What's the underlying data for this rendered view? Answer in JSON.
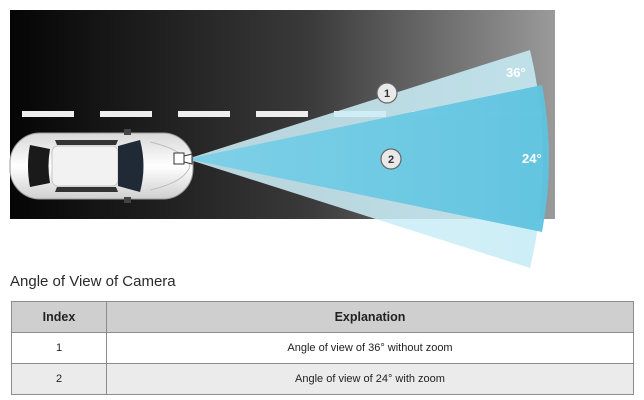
{
  "diagram": {
    "angle_outer": "36°",
    "angle_inner": "24°",
    "badge_1": "1",
    "badge_2": "2",
    "colors": {
      "background_dark": "#0b0b0b",
      "background_light": "#8a8a8a",
      "outer_cone": "#b9e8f4",
      "inner_cone": "#5ec3e0",
      "lane_marking": "#eeeeee"
    }
  },
  "caption": "Angle of View of Camera",
  "table": {
    "headers": [
      "Index",
      "Explanation"
    ],
    "rows": [
      {
        "index": "1",
        "explanation": "Angle of view of 36° without zoom"
      },
      {
        "index": "2",
        "explanation": "Angle of view of 24° with zoom"
      }
    ]
  }
}
